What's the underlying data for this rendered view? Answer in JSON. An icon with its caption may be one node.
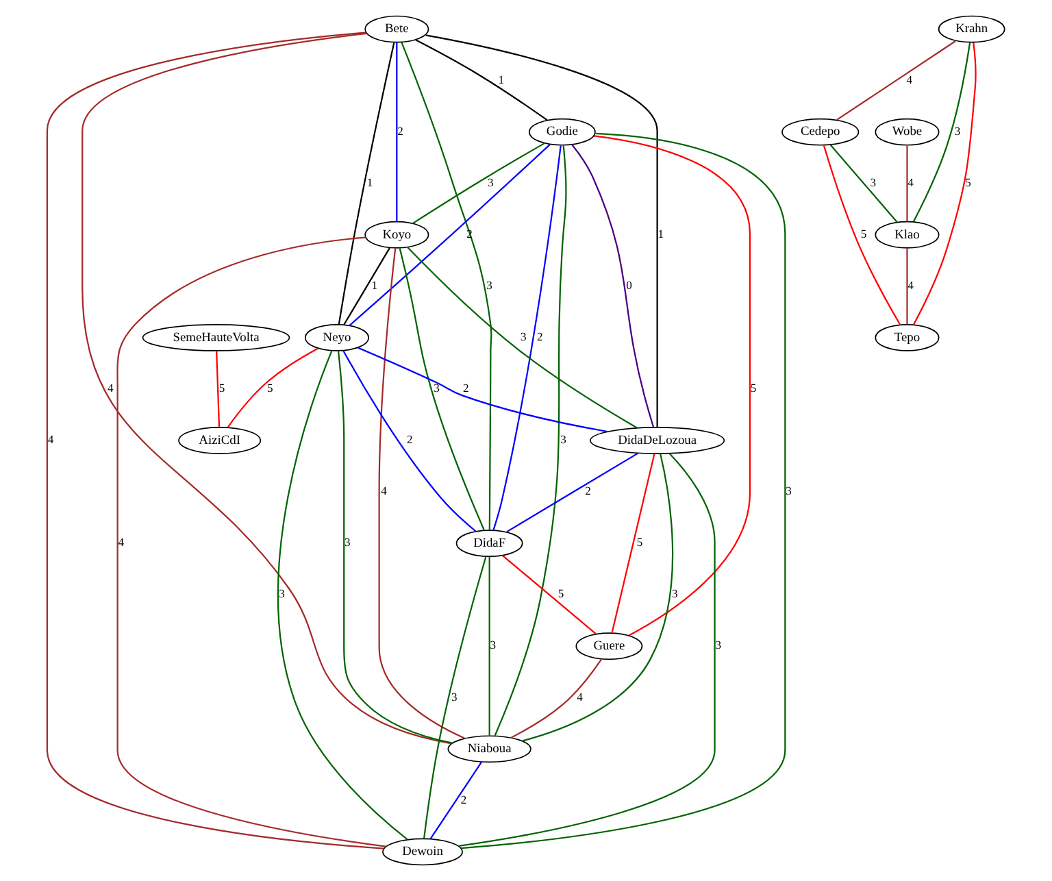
{
  "diagram": {
    "nodes": [
      {
        "text": [
          "Bete"
        ]
      },
      {
        "text": [
          "Krahn"
        ]
      },
      {
        "text": [
          "Godie"
        ]
      },
      {
        "text": [
          "Wobe"
        ]
      },
      {
        "text": [
          "Cedepo"
        ]
      },
      {
        "text": [
          "Koyo"
        ]
      },
      {
        "text": [
          "Klao"
        ]
      },
      {
        "text": [
          "SemeHauteVolta"
        ]
      },
      {
        "text": [
          "Neyo"
        ]
      },
      {
        "text": [
          "Tepo"
        ]
      },
      {
        "text": [
          "AiziCdI"
        ]
      },
      {
        "text": [
          "DidaDeLozoua"
        ]
      },
      {
        "text": [
          "DidaF"
        ]
      },
      {
        "text": [
          "Guere"
        ]
      },
      {
        "text": [
          "Niaboua"
        ]
      },
      {
        "text": [
          "Dewoin"
        ]
      }
    ],
    "edges": [
      {
        "from": 0,
        "to": 2,
        "arrow": "none",
        "label": "1",
        "color": "#000000"
      },
      {
        "from": 0,
        "to": 5,
        "arrow": "none",
        "label": "2",
        "color": "#0000ff"
      },
      {
        "from": 0,
        "to": 11,
        "arrow": "none",
        "label": "1",
        "color": "#000000"
      },
      {
        "from": 0,
        "to": 8,
        "arrow": "none",
        "label": "1",
        "color": "#000000"
      },
      {
        "from": 0,
        "to": 12,
        "arrow": "none",
        "label": "3"
      },
      {
        "from": 0,
        "to": 14,
        "arrow": "none",
        "label": "4",
        "color": "#a52a2a"
      },
      {
        "from": 0,
        "to": 15,
        "arrow": "none",
        "label": "4",
        "color": "#a52a2a"
      },
      {
        "from": 2,
        "to": 5,
        "arrow": "none",
        "label": "3"
      },
      {
        "from": 2,
        "to": 8,
        "arrow": "none",
        "label": "2",
        "color": "#0000ff"
      },
      {
        "from": 2,
        "to": 12,
        "arrow": "none",
        "label": "2",
        "color": "#0000ff"
      },
      {
        "from": 2,
        "to": 11,
        "arrow": "none",
        "label": "0",
        "color": "#4b0082"
      },
      {
        "from": 2,
        "to": 13,
        "arrow": "none",
        "label": "5",
        "color": "#ff0000"
      },
      {
        "from": 2,
        "to": 15,
        "arrow": "none",
        "label": "3"
      },
      {
        "from": 2,
        "to": 14,
        "arrow": "none",
        "label": "3"
      },
      {
        "from": 5,
        "to": 8,
        "arrow": "none",
        "label": "1",
        "color": "#000000"
      },
      {
        "from": 5,
        "to": 12,
        "arrow": "none",
        "label": "3"
      },
      {
        "from": 5,
        "to": 11,
        "arrow": "none",
        "label": "3"
      },
      {
        "from": 5,
        "to": 14,
        "arrow": "none",
        "label": "4",
        "color": "#a52a2a"
      },
      {
        "from": 5,
        "to": 15,
        "arrow": "none",
        "label": "4",
        "color": "#a52a2a"
      },
      {
        "from": 8,
        "to": 10,
        "arrow": "none",
        "label": "5",
        "color": "#ff0000"
      },
      {
        "from": 8,
        "to": 11,
        "arrow": "none",
        "label": "2",
        "color": "#0000ff"
      },
      {
        "from": 8,
        "to": 12,
        "arrow": "none",
        "label": "2",
        "color": "#0000ff"
      },
      {
        "from": 8,
        "to": 14,
        "arrow": "none",
        "label": "3"
      },
      {
        "from": 8,
        "to": 15,
        "arrow": "none",
        "label": "3"
      },
      {
        "from": 7,
        "to": 10,
        "arrow": "none",
        "label": "5",
        "color": "#ff0000"
      },
      {
        "from": 11,
        "to": 12,
        "arrow": "none",
        "label": "2",
        "color": "#0000ff"
      },
      {
        "from": 11,
        "to": 13,
        "arrow": "none",
        "label": "5",
        "color": "#ff0000"
      },
      {
        "from": 11,
        "to": 14,
        "arrow": "none",
        "label": "3"
      },
      {
        "from": 11,
        "to": 15,
        "arrow": "none",
        "label": "3"
      },
      {
        "from": 12,
        "to": 13,
        "arrow": "none",
        "label": "5",
        "color": "#ff0000"
      },
      {
        "from": 12,
        "to": 14,
        "arrow": "none",
        "label": "3"
      },
      {
        "from": 12,
        "to": 15,
        "arrow": "none",
        "label": "3"
      },
      {
        "from": 13,
        "to": 14,
        "arrow": "none",
        "label": "4",
        "color": "#a52a2a"
      },
      {
        "from": 14,
        "to": 15,
        "arrow": "none",
        "label": "2",
        "color": "#0000ff"
      },
      {
        "from": 1,
        "to": 4,
        "arrow": "none",
        "label": "4",
        "color": "#a52a2a"
      },
      {
        "from": 1,
        "to": 6,
        "arrow": "none",
        "label": "3"
      },
      {
        "from": 1,
        "to": 9,
        "arrow": "none",
        "label": "5",
        "color": "#ff0000"
      },
      {
        "from": 3,
        "to": 6,
        "arrow": "none",
        "label": "4",
        "color": "#a52a2a"
      },
      {
        "from": 4,
        "to": 6,
        "arrow": "none",
        "label": "3"
      },
      {
        "from": 4,
        "to": 9,
        "arrow": "none",
        "label": "5",
        "color": "#ff0000"
      },
      {
        "from": 6,
        "to": 9,
        "arrow": "none",
        "label": "4",
        "color": "#a52a2a"
      }
    ]
  }
}
